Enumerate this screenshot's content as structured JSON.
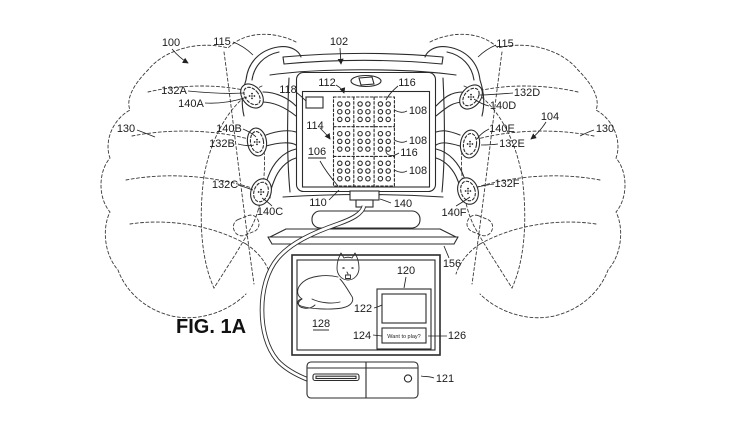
{
  "figure": {
    "label": "FIG. 1A"
  },
  "tv": {
    "prompt": "Want to play?"
  },
  "labels": {
    "n100": "100",
    "n115_left": "115",
    "n102": "102",
    "n115_right": "115",
    "n132A": "132A",
    "n140A": "140A",
    "n130_left": "130",
    "n140B": "140B",
    "n132B": "132B",
    "n132C": "132C",
    "n140C": "140C",
    "n118": "118",
    "n112": "112",
    "n116_top": "116",
    "n114": "114",
    "n106": "106",
    "n110": "110",
    "n140": "140",
    "n108_1": "108",
    "n108_2": "108",
    "n116_mid": "116",
    "n108_3": "108",
    "n132D": "132D",
    "n140D": "140D",
    "n104": "104",
    "n130_right": "130",
    "n140E": "140E",
    "n132E": "132E",
    "n132F": "132F",
    "n140F": "140F",
    "n156": "156",
    "n120": "120",
    "n122": "122",
    "n124": "124",
    "n126": "126",
    "n128": "128",
    "n121": "121"
  },
  "braille": {
    "cells": [
      [
        1,
        0,
        0,
        0,
        0,
        0
      ],
      [
        1,
        1,
        0,
        1,
        0,
        0
      ],
      [
        1,
        0,
        1,
        1,
        0,
        0
      ],
      [
        1,
        0,
        1,
        1,
        0,
        0
      ],
      [
        1,
        0,
        0,
        1,
        0,
        0
      ],
      [
        0,
        1,
        1,
        0,
        0,
        0
      ],
      [
        1,
        1,
        0,
        0,
        0,
        0
      ],
      [
        1,
        1,
        1,
        1,
        0,
        0
      ],
      [
        0,
        1,
        1,
        1,
        0,
        0
      ]
    ]
  },
  "colors": {
    "ink": "#2b2b2b",
    "label_ink": "#1c1c1c",
    "paper": "#ffffff"
  }
}
